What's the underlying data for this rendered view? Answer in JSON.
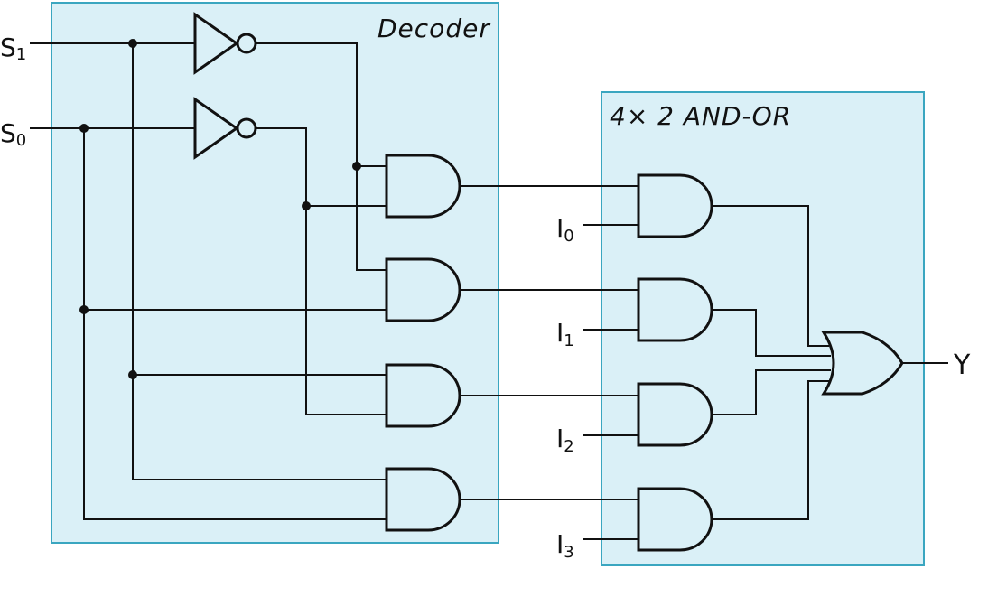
{
  "decoder": {
    "title": "Decoder"
  },
  "andor": {
    "title": "4× 2 AND-OR"
  },
  "inputs": {
    "s1": {
      "base": "S",
      "sub": "1"
    },
    "s0": {
      "base": "S",
      "sub": "0"
    },
    "i0": {
      "base": "I",
      "sub": "0"
    },
    "i1": {
      "base": "I",
      "sub": "1"
    },
    "i2": {
      "base": "I",
      "sub": "2"
    },
    "i3": {
      "base": "I",
      "sub": "3"
    }
  },
  "output": {
    "label": "Y"
  },
  "colors": {
    "box_fill": "#daf0f7",
    "box_stroke": "#3aa6c0",
    "wire": "#111111"
  }
}
